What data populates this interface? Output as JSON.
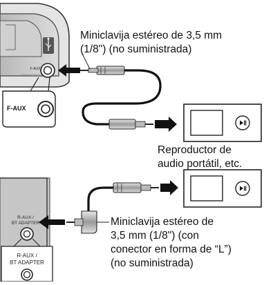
{
  "labels": {
    "top_plug_line1": "Miniclavija estéreo de 3,5 mm",
    "top_plug_line2": "(1/8\") (no suministrada)",
    "player_line1": "Reproductor de",
    "player_line2": "audio portátil, etc.",
    "l_plug_line1": "Miniclavija estéreo de",
    "l_plug_line2": "3,5 mm (1/8\") (con",
    "l_plug_line3": "conector en forma de “L”)",
    "l_plug_line4": "(no suministrada)"
  },
  "unit_text": {
    "front_aux_small": "F-AUX",
    "front_aux_callout": "F-AUX",
    "rear_aux_line1": "R-AUX /",
    "rear_aux_line2": "BT ADAPTER",
    "rear_callout_line1": "R-AUX /",
    "rear_callout_line2": "BT ADAPTER"
  },
  "icons": {
    "usb": "usb-icon",
    "play_pause": "play-pause-icon"
  }
}
